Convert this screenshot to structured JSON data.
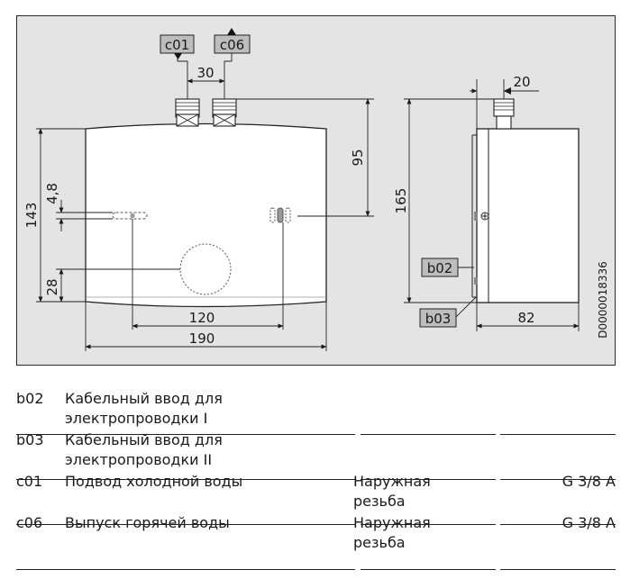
{
  "diagram": {
    "dimensions": {
      "d30": "30",
      "d20": "20",
      "d95": "95",
      "d165": "165",
      "d143": "143",
      "d4_8": "4,8",
      "d28": "28",
      "d120": "120",
      "d190": "190",
      "d82": "82"
    },
    "tags": {
      "c01": "c01",
      "c06": "c06",
      "b02": "b02",
      "b03": "b03"
    },
    "document_id": "D0000018336"
  },
  "legend": {
    "rows": [
      {
        "code": "b02",
        "desc_line1": "Кабельный ввод для",
        "desc_line2": "электропроводки I",
        "type_line1": "",
        "type_line2": "",
        "value": ""
      },
      {
        "code": "b03",
        "desc_line1": "Кабельный ввод для",
        "desc_line2": "электропроводки II",
        "type_line1": "",
        "type_line2": "",
        "value": ""
      },
      {
        "code": "c01",
        "desc_line1": "Подвод холодной воды",
        "desc_line2": "",
        "type_line1": "Наружная",
        "type_line2": "резьба",
        "value": "G 3/8 A"
      },
      {
        "code": "c06",
        "desc_line1": "Выпуск горячей воды",
        "desc_line2": "",
        "type_line1": "Наружная",
        "type_line2": "резьба",
        "value": "G 3/8 A"
      }
    ]
  }
}
